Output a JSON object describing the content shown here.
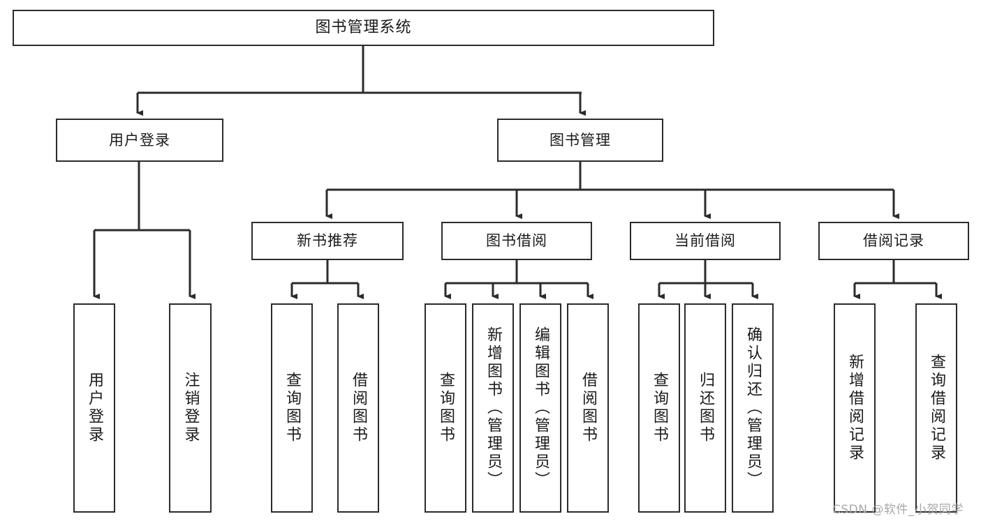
{
  "diagram": {
    "type": "tree",
    "title": "图书管理系统",
    "colors": {
      "stroke": "#2b2b2b",
      "fill": "#ffffff",
      "text": "#1a1a1a",
      "watermark": "#a8a8a8"
    },
    "levels": {
      "root": {
        "label": "图书管理系统"
      },
      "level1": [
        {
          "label": "用户登录"
        },
        {
          "label": "图书管理"
        }
      ],
      "level2": [
        {
          "label": "新书推荐"
        },
        {
          "label": "图书借阅"
        },
        {
          "label": "当前借阅"
        },
        {
          "label": "借阅记录"
        }
      ],
      "leaves": {
        "user_login": [
          {
            "label": "用户登录"
          },
          {
            "label": "注销登录"
          }
        ],
        "new_book_recommend": [
          {
            "label": "查询图书"
          },
          {
            "label": "借阅图书"
          }
        ],
        "book_borrow": [
          {
            "label": "查询图书"
          },
          {
            "label": "新增图书（管理员）"
          },
          {
            "label": "编辑图书（管理员）"
          },
          {
            "label": "借阅图书"
          }
        ],
        "current_borrow": [
          {
            "label": "查询图书"
          },
          {
            "label": "归还图书"
          },
          {
            "label": "确认归还（管理员）"
          }
        ],
        "borrow_record": [
          {
            "label": "新增借阅记录"
          },
          {
            "label": "查询借阅记录"
          }
        ]
      }
    }
  },
  "watermark": {
    "text": "CSDN @软件_小贺同学"
  }
}
